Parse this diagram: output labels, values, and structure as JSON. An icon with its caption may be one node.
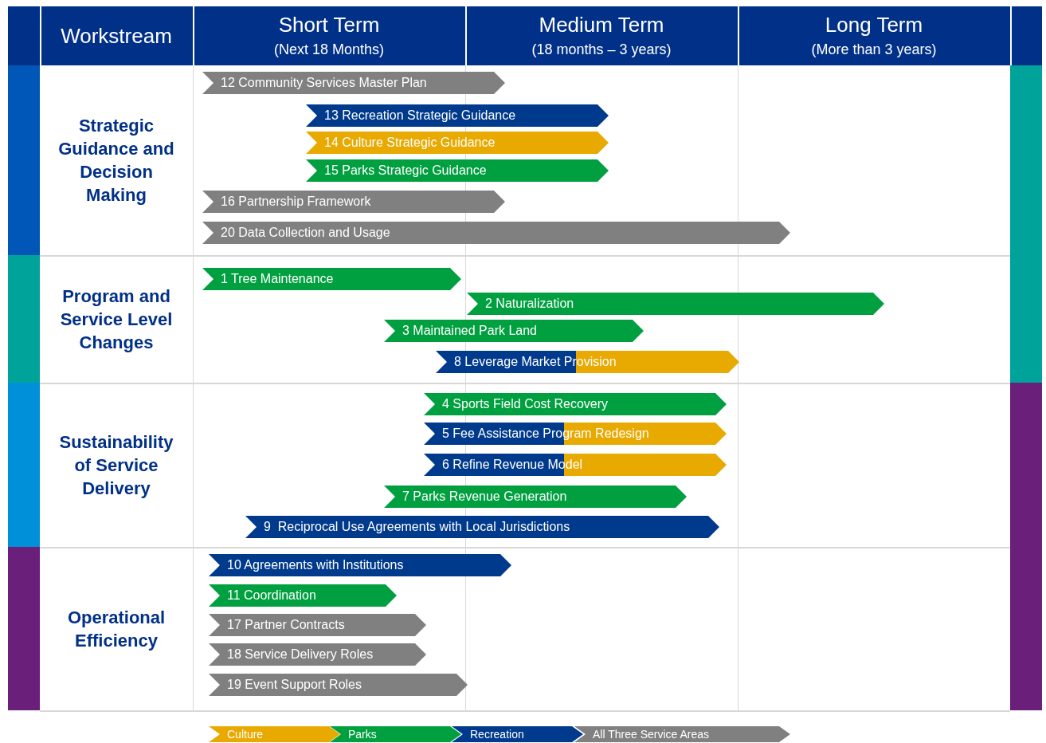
{
  "diagram": {
    "nodes": [
      {
        "text": [
          "12 Community Services Master Plan"
        ]
      },
      {
        "text": [
          "13 Recreation Strategic Guidance"
        ]
      },
      {
        "text": [
          "14 Culture Strategic Guidance"
        ]
      },
      {
        "text": [
          "15 Parks Strategic Guidance"
        ]
      },
      {
        "text": [
          "16 Partnership Framework"
        ]
      },
      {
        "text": [
          "20 Data Collection and Usage"
        ]
      },
      {
        "text": [
          "1 Tree Maintenance"
        ]
      },
      {
        "text": [
          "2 Naturalization"
        ]
      },
      {
        "text": [
          "3 Maintained Park Land"
        ]
      },
      {
        "text": [
          "8 Leverage Market Provision"
        ]
      },
      {
        "text": [
          "4 Sports Field Cost Recovery"
        ]
      },
      {
        "text": [
          "5 Fee Assistance Program Redesign"
        ]
      },
      {
        "text": [
          "6 Refine Revenue Model"
        ]
      },
      {
        "text": [
          "7 Parks Revenue Generation"
        ]
      },
      {
        "text": [
          "9  Reciprocal Use Agreements with Local Jurisdictions"
        ]
      },
      {
        "text": [
          "10 Agreements with Institutions"
        ]
      },
      {
        "text": [
          "11 Coordination"
        ]
      },
      {
        "text": [
          "17 Partner Contracts"
        ]
      },
      {
        "text": [
          "18 Service Delivery Roles"
        ]
      },
      {
        "text": [
          "19 Event Support Roles"
        ]
      }
    ],
    "labels": [
      "Workstream",
      "Short Term",
      "(Next 18 Months)",
      "Medium Term",
      "(18 months – 3 years)",
      "Long Term",
      "(More than 3 years)",
      "Strategic Guidance and Decision Making",
      "Program and Service Level Changes",
      "Sustainability of Service Delivery",
      "Operational Efficiency"
    ],
    "legend": [
      {
        "text": "Culture",
        "color": "#e8a900"
      },
      {
        "text": "Parks",
        "color": "#00a040"
      },
      {
        "text": "Recreation",
        "color": "#003a8c"
      },
      {
        "text": "All Three Service Areas",
        "color": "#808080"
      }
    ]
  }
}
